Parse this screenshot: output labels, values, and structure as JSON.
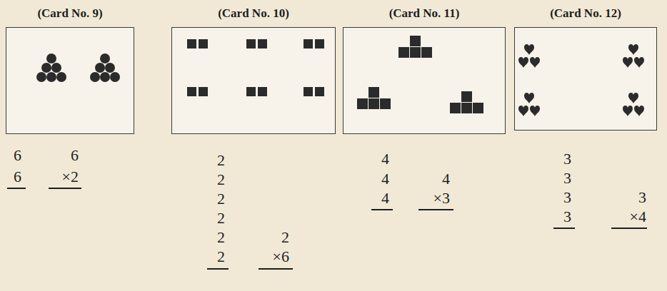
{
  "diagram": {
    "nodes": [
      {
        "text": [
          "(Card No. 9)"
        ]
      },
      {
        "text": [
          "(Card No. 10)"
        ]
      },
      {
        "text": [
          "(Card No. 11)"
        ]
      },
      {
        "text": [
          "(Card No. 12)"
        ]
      }
    ],
    "labels": [
      "6",
      "6",
      "6",
      "×2",
      "2",
      "2",
      "2",
      "2",
      "2",
      "2",
      "2",
      "×6",
      "4",
      "4",
      "4",
      "4",
      "×3",
      "3",
      "3",
      "3",
      "3",
      "3",
      "×4"
    ]
  }
}
